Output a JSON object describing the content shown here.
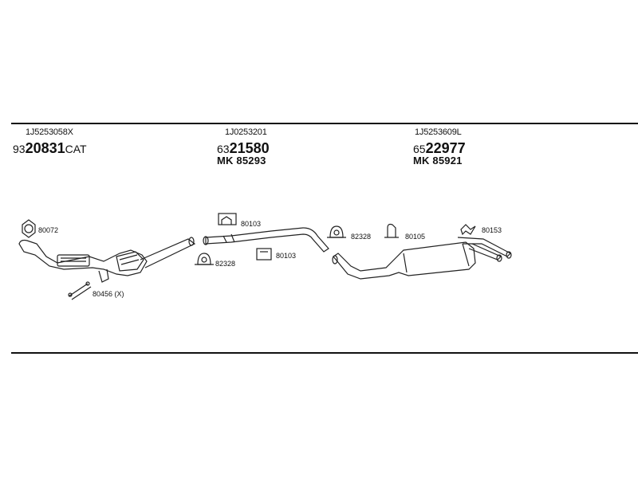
{
  "sections": [
    {
      "oe_number": "1J5253058X",
      "code_prefix": "93",
      "code_main": "20831",
      "code_suffix": "CAT",
      "mk": ""
    },
    {
      "oe_number": "1J0253201",
      "code_prefix": "63",
      "code_main": "21580",
      "code_suffix": "",
      "mk": "MK 85293"
    },
    {
      "oe_number": "1J5253609L",
      "code_prefix": "65",
      "code_main": "22977",
      "code_suffix": "",
      "mk": "MK 85921"
    }
  ],
  "part_labels": {
    "gasket_1": "80072",
    "mount_kit": "80456 (X)",
    "bracket_1": "80103",
    "clamp_1": "82328",
    "bracket_2": "80103",
    "clamp_2": "82328",
    "hanger_1": "80105",
    "hanger_2": "80153"
  }
}
